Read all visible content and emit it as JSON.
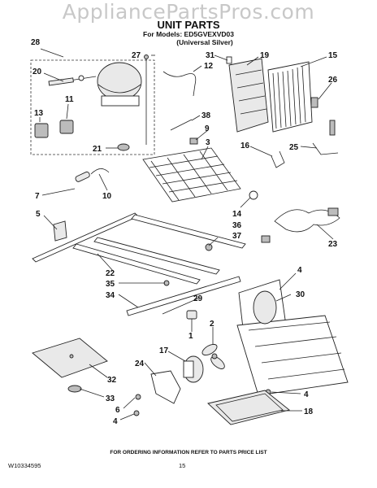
{
  "watermark": "AppliancePartsPros.com",
  "title": "UNIT PARTS",
  "models_line": "For Models: ED5GVEXVD03",
  "variant_line": "(Universal Silver)",
  "footer_note": "FOR ORDERING INFORMATION REFER TO PARTS PRICE LIST",
  "doc_number": "W10334595",
  "page_number": "15",
  "callouts": [
    "28",
    "27",
    "20",
    "13",
    "11",
    "21",
    "31",
    "19",
    "15",
    "12",
    "26",
    "38",
    "9",
    "3",
    "16",
    "25",
    "10",
    "7",
    "5",
    "14",
    "36",
    "37",
    "23",
    "22",
    "35",
    "34",
    "29",
    "4",
    "30",
    "1",
    "2",
    "17",
    "24",
    "32",
    "33",
    "6",
    "18"
  ]
}
